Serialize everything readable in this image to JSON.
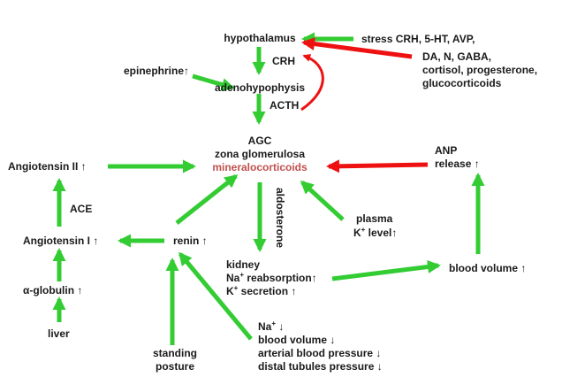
{
  "colors": {
    "stimulate": "#33cc33",
    "inhibit": "#ee1111",
    "text": "#1a1a1a",
    "highlight": "#c0504d"
  },
  "nodes": {
    "hypothalamus": "hypothalamus",
    "crh": "CRH",
    "adenohypophysis": "adenohypophysis",
    "acth": "ACTH",
    "agc": "AGC",
    "zona": "zona glomerulosa",
    "mineralocorticoids": "mineralocorticoids",
    "epinephrine": "epinephrine",
    "up": "↑",
    "down": "↓",
    "stress": "stress CRH, 5-HT, AVP,",
    "inhibitors": [
      "DA, N, GABA,",
      "cortisol, progesterone,",
      "glucocorticoids"
    ],
    "anp": "ANP",
    "anp_release": "release ↑",
    "angiotensin_ii": "Angiotensin II ↑",
    "ace": "ACE",
    "angiotensin_i": "Angiotensin I ↑",
    "renin": "renin ↑",
    "alpha_globulin": "α-globulin ↑",
    "liver": "liver",
    "aldosterone": "aldosterone",
    "plasma": "plasma",
    "k_level_prefix": "K",
    "k_level_sup": "+",
    "k_level_suffix": " level↑",
    "kidney": "kidney",
    "na_prefix": "Na",
    "na_sup": "+",
    "na_reabsorption_suffix": " reabsorption↑",
    "k_prefix": "K",
    "k_sup": "+",
    "k_secretion_suffix": " secretion ↑",
    "blood_volume_up": "blood volume ↑",
    "standing": "standing",
    "posture": "posture",
    "na_down_suffix": " ↓",
    "blood_volume_down": "blood volume ↓",
    "arterial_bp": "arterial blood pressure ↓",
    "distal_pressure": "distal tubules pressure ↓"
  }
}
